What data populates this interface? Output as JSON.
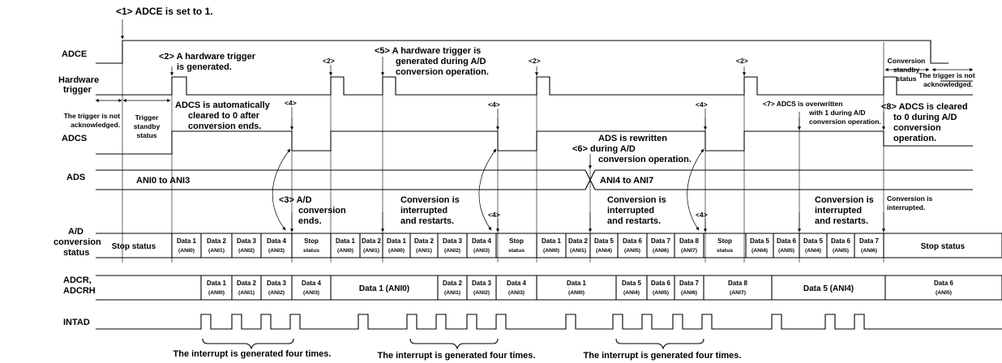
{
  "signals": {
    "adce": "ADCE",
    "hw1": "Hardware",
    "hw2": "trigger",
    "adcs": "ADCS",
    "ads": "ADS",
    "ad1": "A/D",
    "ad2": "conversion",
    "ad3": "status",
    "adcr1": "ADCR,",
    "adcr2": "ADCRH",
    "intad": "INTAD"
  },
  "annotations": {
    "n1": "<1> ADCE is set to 1.",
    "n2a_1": "<2> A hardware trigger",
    "n2a_2": "is generated.",
    "n2": "<2>",
    "n5_1": "<5> A hardware trigger is",
    "n5_2": "generated during A/D",
    "n5_3": "conversion operation.",
    "standby_1": "Conversion",
    "standby_2": "standby",
    "standby_3": "status",
    "notack_r1": "The trigger is not",
    "notack_r2": "acknowledged.",
    "notack_l1": "The trigger is not",
    "notack_l2": "acknowledged.",
    "trig_standby_1": "Trigger",
    "trig_standby_2": "standby",
    "trig_standby_3": "status",
    "cleared_1": "ADCS is automatically",
    "cleared_2": "cleared to 0 after",
    "cleared_3": "conversion ends.",
    "n4": "<4>",
    "n7_1": "<7> ADCS is overwritten",
    "n7_2": "with 1 during A/D",
    "n7_3": "conversion operation.",
    "n8_1": "<8> ADCS is cleared",
    "n8_2": "to 0 during A/D",
    "n8_3": "conversion",
    "n8_4": "operation.",
    "n6_1": "ADS is rewritten",
    "n6_2": "<6> during A/D",
    "n6_3": "conversion operation.",
    "ani0_3": "ANI0 to ANI3",
    "ani4_7": "ANI4 to ANI7",
    "n3_1": "<3> A/D",
    "n3_2": "conversion",
    "n3_3": "ends.",
    "restart_1": "Conversion is",
    "restart_2": "interrupted",
    "restart_3": "and restarts.",
    "interrupted_1": "Conversion is",
    "interrupted_2": "interrupted.",
    "int4": "The interrupt is generated four times."
  },
  "status_cells": [
    [
      "Stop status",
      ""
    ],
    [
      "Data 1",
      "(ANI0)"
    ],
    [
      "Data 2",
      "(ANI1)"
    ],
    [
      "Data 3",
      "(ANI2)"
    ],
    [
      "Data 4",
      "(ANI3)"
    ],
    [
      "Stop",
      "status"
    ],
    [
      "Data 1",
      "(ANI0)"
    ],
    [
      "Data 2",
      "(ANI1)"
    ],
    [
      "Data 1",
      "(ANI0)"
    ],
    [
      "Data 2",
      "(ANI1)"
    ],
    [
      "Data 3",
      "(ANI2)"
    ],
    [
      "Data 4",
      "(ANI3)"
    ],
    [
      "Stop",
      "status"
    ],
    [
      "Data 1",
      "(ANI0)"
    ],
    [
      "Data 2",
      "(ANI1)"
    ],
    [
      "Data 5",
      "(ANI4)"
    ],
    [
      "Data 6",
      "(ANI5)"
    ],
    [
      "Data 7",
      "(ANI6)"
    ],
    [
      "Data 8",
      "(ANI7)"
    ],
    [
      "Stop",
      "status"
    ],
    [
      "Data 5",
      "(ANI4)"
    ],
    [
      "Data 6",
      "(ANI5)"
    ],
    [
      "Data 5",
      "(ANI4)"
    ],
    [
      "Data 6",
      "(ANI5)"
    ],
    [
      "Data 7",
      "(ANI6)"
    ],
    [
      "Stop status",
      ""
    ]
  ],
  "adcr_cells": [
    [
      "Data 1",
      "(ANI0)"
    ],
    [
      "Data 2",
      "(ANI1)"
    ],
    [
      "Data 3",
      "(ANI2)"
    ],
    [
      "Data 4",
      "(ANI3)"
    ],
    [
      "Data 1 (ANI0)",
      ""
    ],
    [
      "Data 2",
      "(ANI1)"
    ],
    [
      "Data 3",
      "(ANI2)"
    ],
    [
      "Data 4",
      "(ANI3)"
    ],
    [
      "Data 1",
      "(ANI0)"
    ],
    [
      "Data 5",
      "(ANI4)"
    ],
    [
      "Data 6",
      "(ANI5)"
    ],
    [
      "Data 7",
      "(ANI6)"
    ],
    [
      "Data 8",
      "(ANI7)"
    ],
    [
      "Data 5 (ANI4)",
      ""
    ],
    [
      "Data 6",
      "(ANI5)"
    ]
  ]
}
